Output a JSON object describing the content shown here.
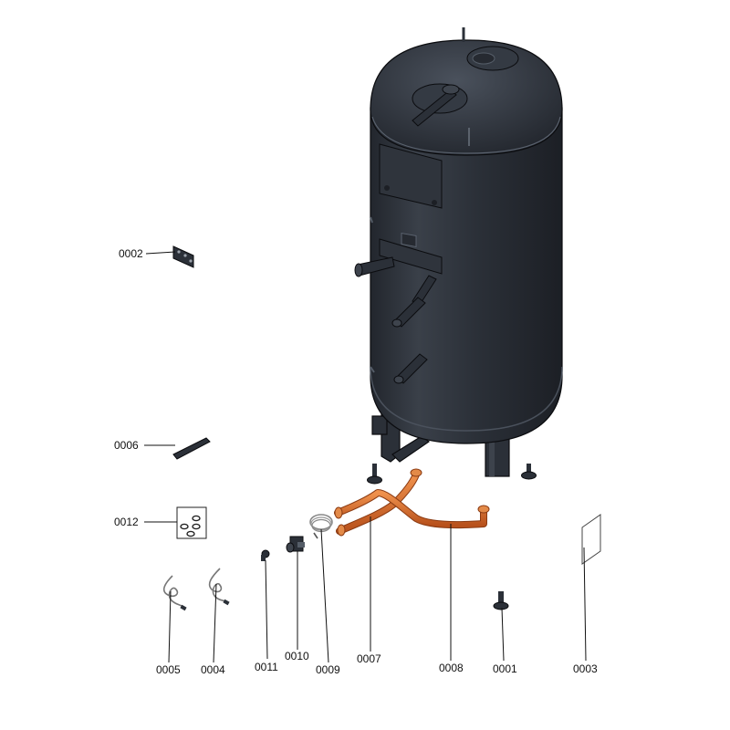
{
  "diagram": {
    "parts": [
      {
        "id": "p0001",
        "label": "0001"
      },
      {
        "id": "p0002",
        "label": "0002"
      },
      {
        "id": "p0003",
        "label": "0003"
      },
      {
        "id": "p0004",
        "label": "0004"
      },
      {
        "id": "p0005",
        "label": "0005"
      },
      {
        "id": "p0006",
        "label": "0006"
      },
      {
        "id": "p0007",
        "label": "0007"
      },
      {
        "id": "p0008",
        "label": "0008"
      },
      {
        "id": "p0009",
        "label": "0009"
      },
      {
        "id": "p0010",
        "label": "0010"
      },
      {
        "id": "p0011",
        "label": "0011"
      },
      {
        "id": "p0012",
        "label": "0012"
      }
    ],
    "colors": {
      "tank_body": "#2b3038",
      "tank_highlight": "#4a515c",
      "copper_pipe": "#d9682a",
      "background": "#ffffff"
    }
  }
}
